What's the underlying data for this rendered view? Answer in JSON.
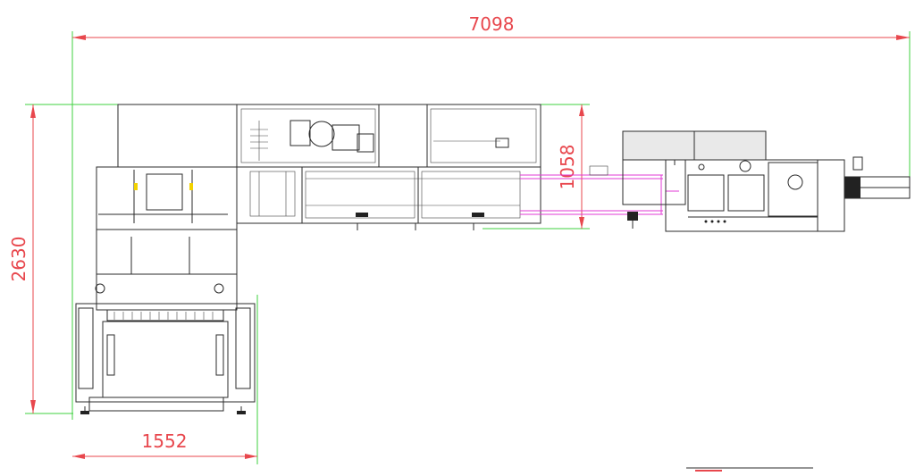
{
  "dimensions": {
    "overall_width": "7098",
    "overall_height": "2630",
    "upper_section_height": "1058",
    "lower_section_width": "1552"
  },
  "colors": {
    "dimension": "#e8474d",
    "extension": "#3fd13f",
    "guide": "#e23ad6",
    "drawing": "#2b2b2b"
  }
}
